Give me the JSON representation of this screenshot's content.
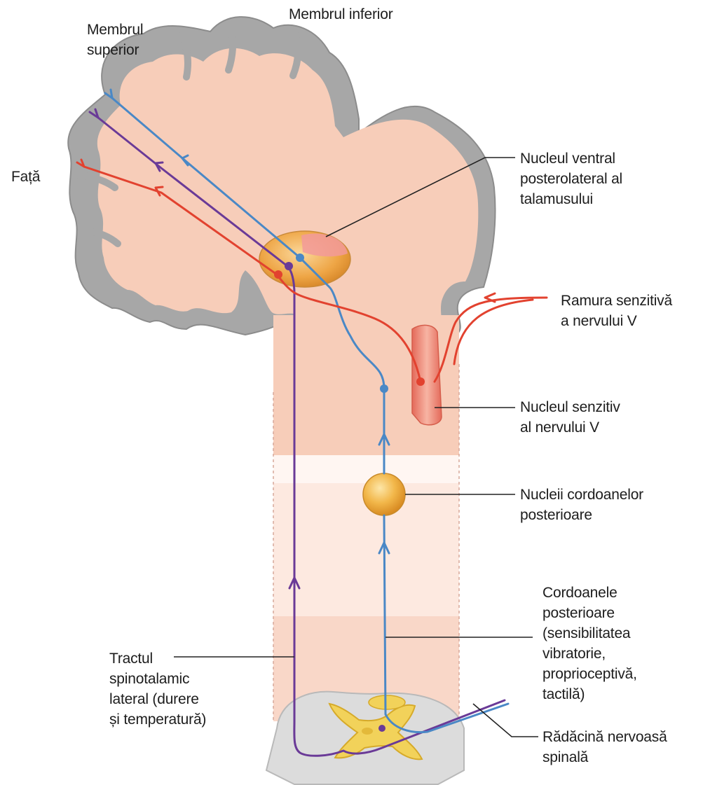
{
  "labels": {
    "membrul_inferior": "Membrul inferior",
    "membrul_superior": "Membrul\nsuperior",
    "fata": "Față",
    "nucleul_ventral": "Nucleul ventral\nposterolateral al\ntalamusului",
    "ramura_senzitiva": "Ramura senzitivă\na nervului V",
    "nucleul_senzitiv": "Nucleul senzitiv\nal nervului V",
    "nucleii_cordoanelor": "Nucleii cordoanelor\nposterioare",
    "cordoanele_posterioare": "Cordoanele\nposterioare\n(sensibilitatea\nvibratorie,\nproprioceptivă,\ntactilă)",
    "radacina_nervoasa": "Rădăcină nervoasă\nspinală",
    "tractul_spinotalamic": "Tractul\nspinotalamic\nlateral (durere\nși temperatură)"
  },
  "colors": {
    "cortex_gray": "#a7a7a7",
    "brain_pink": "#f7cdb9",
    "blue_pathway": "#4a88c6",
    "purple_pathway": "#6a3a97",
    "red_pathway": "#e2422f",
    "nucleus_gold": "#e8a43a",
    "spinal_gray": "#dcdcdc",
    "gray_matter_yellow": "#f2d25a"
  }
}
